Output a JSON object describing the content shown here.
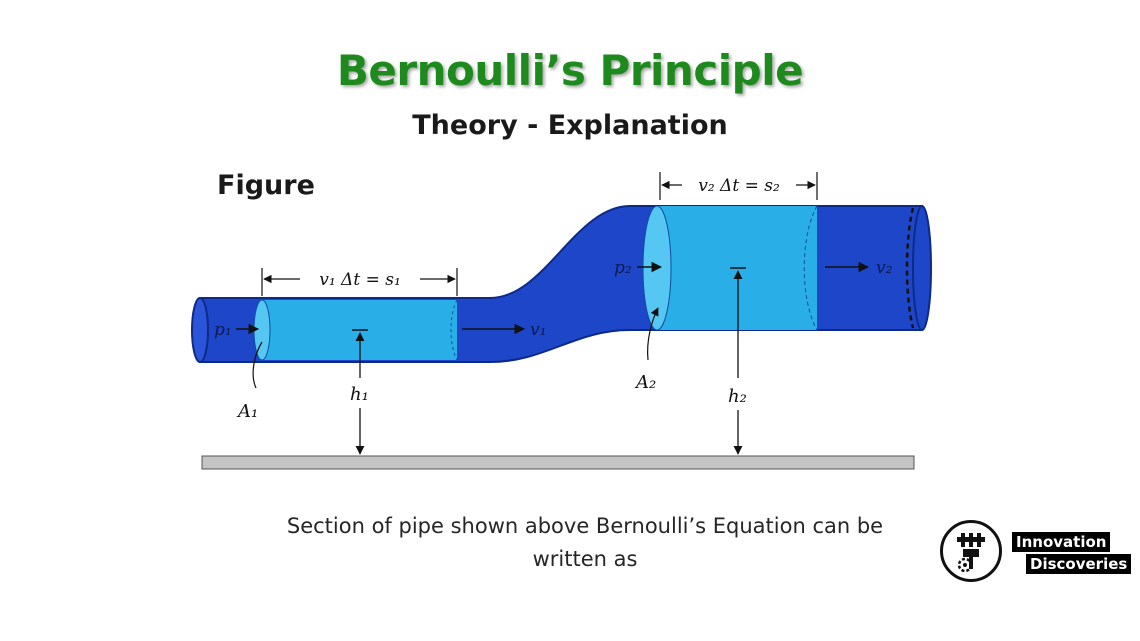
{
  "slide": {
    "title": "Bernoulli’s Principle",
    "subtitle": "Theory - Explanation",
    "figure_heading": "Figure",
    "caption_line1": "Section of pipe shown above Bernoulli’s Equation can be",
    "caption_line2": "written as"
  },
  "diagram": {
    "section1_length": "v₁ Δt = s₁",
    "section2_length": "v₂ Δt = s₂",
    "pressure1": "p₁",
    "pressure2": "p₂",
    "velocity1": "v₁",
    "velocity2": "v₂",
    "area1": "A₁",
    "area2": "A₂",
    "height1": "h₁",
    "height2": "h₂"
  },
  "brand": {
    "line1": "Innovation",
    "line2": "Discoveries",
    "logo_icon": "gear-wrench-icon"
  },
  "colors": {
    "title_green": "#1e8a1e",
    "pipe_dark_blue": "#1e46c8",
    "fluid_light_blue": "#29aee8",
    "ground_gray": "#c4c4c4"
  }
}
